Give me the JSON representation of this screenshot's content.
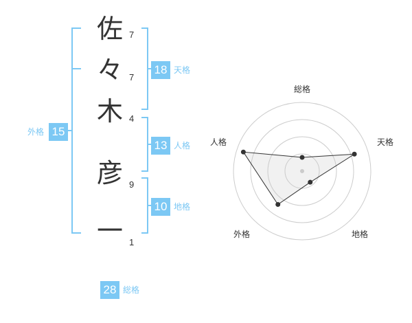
{
  "name_chars": [
    {
      "char": "佐",
      "strokes": "7"
    },
    {
      "char": "々",
      "strokes": "7"
    },
    {
      "char": "木",
      "strokes": "4"
    },
    {
      "char": "彦",
      "strokes": "9"
    },
    {
      "char": "一",
      "strokes": "1"
    }
  ],
  "kaku": {
    "tenkaku": {
      "value": "18",
      "label": "天格"
    },
    "jinkaku": {
      "value": "13",
      "label": "人格"
    },
    "chikaku": {
      "value": "10",
      "label": "地格"
    },
    "gaikaku": {
      "value": "15",
      "label": "外格"
    },
    "soukaku": {
      "value": "28",
      "label": "総格"
    }
  },
  "colors": {
    "accent": "#7cc8f4",
    "text": "#333333",
    "grid": "#cccccc"
  },
  "chart_data": {
    "type": "radar",
    "axes": [
      "総格",
      "天格",
      "地格",
      "外格",
      "人格"
    ],
    "values": [
      0.2,
      0.8,
      0.2,
      0.6,
      0.9
    ],
    "range": [
      0,
      1
    ],
    "rings": 4,
    "grid": true
  }
}
